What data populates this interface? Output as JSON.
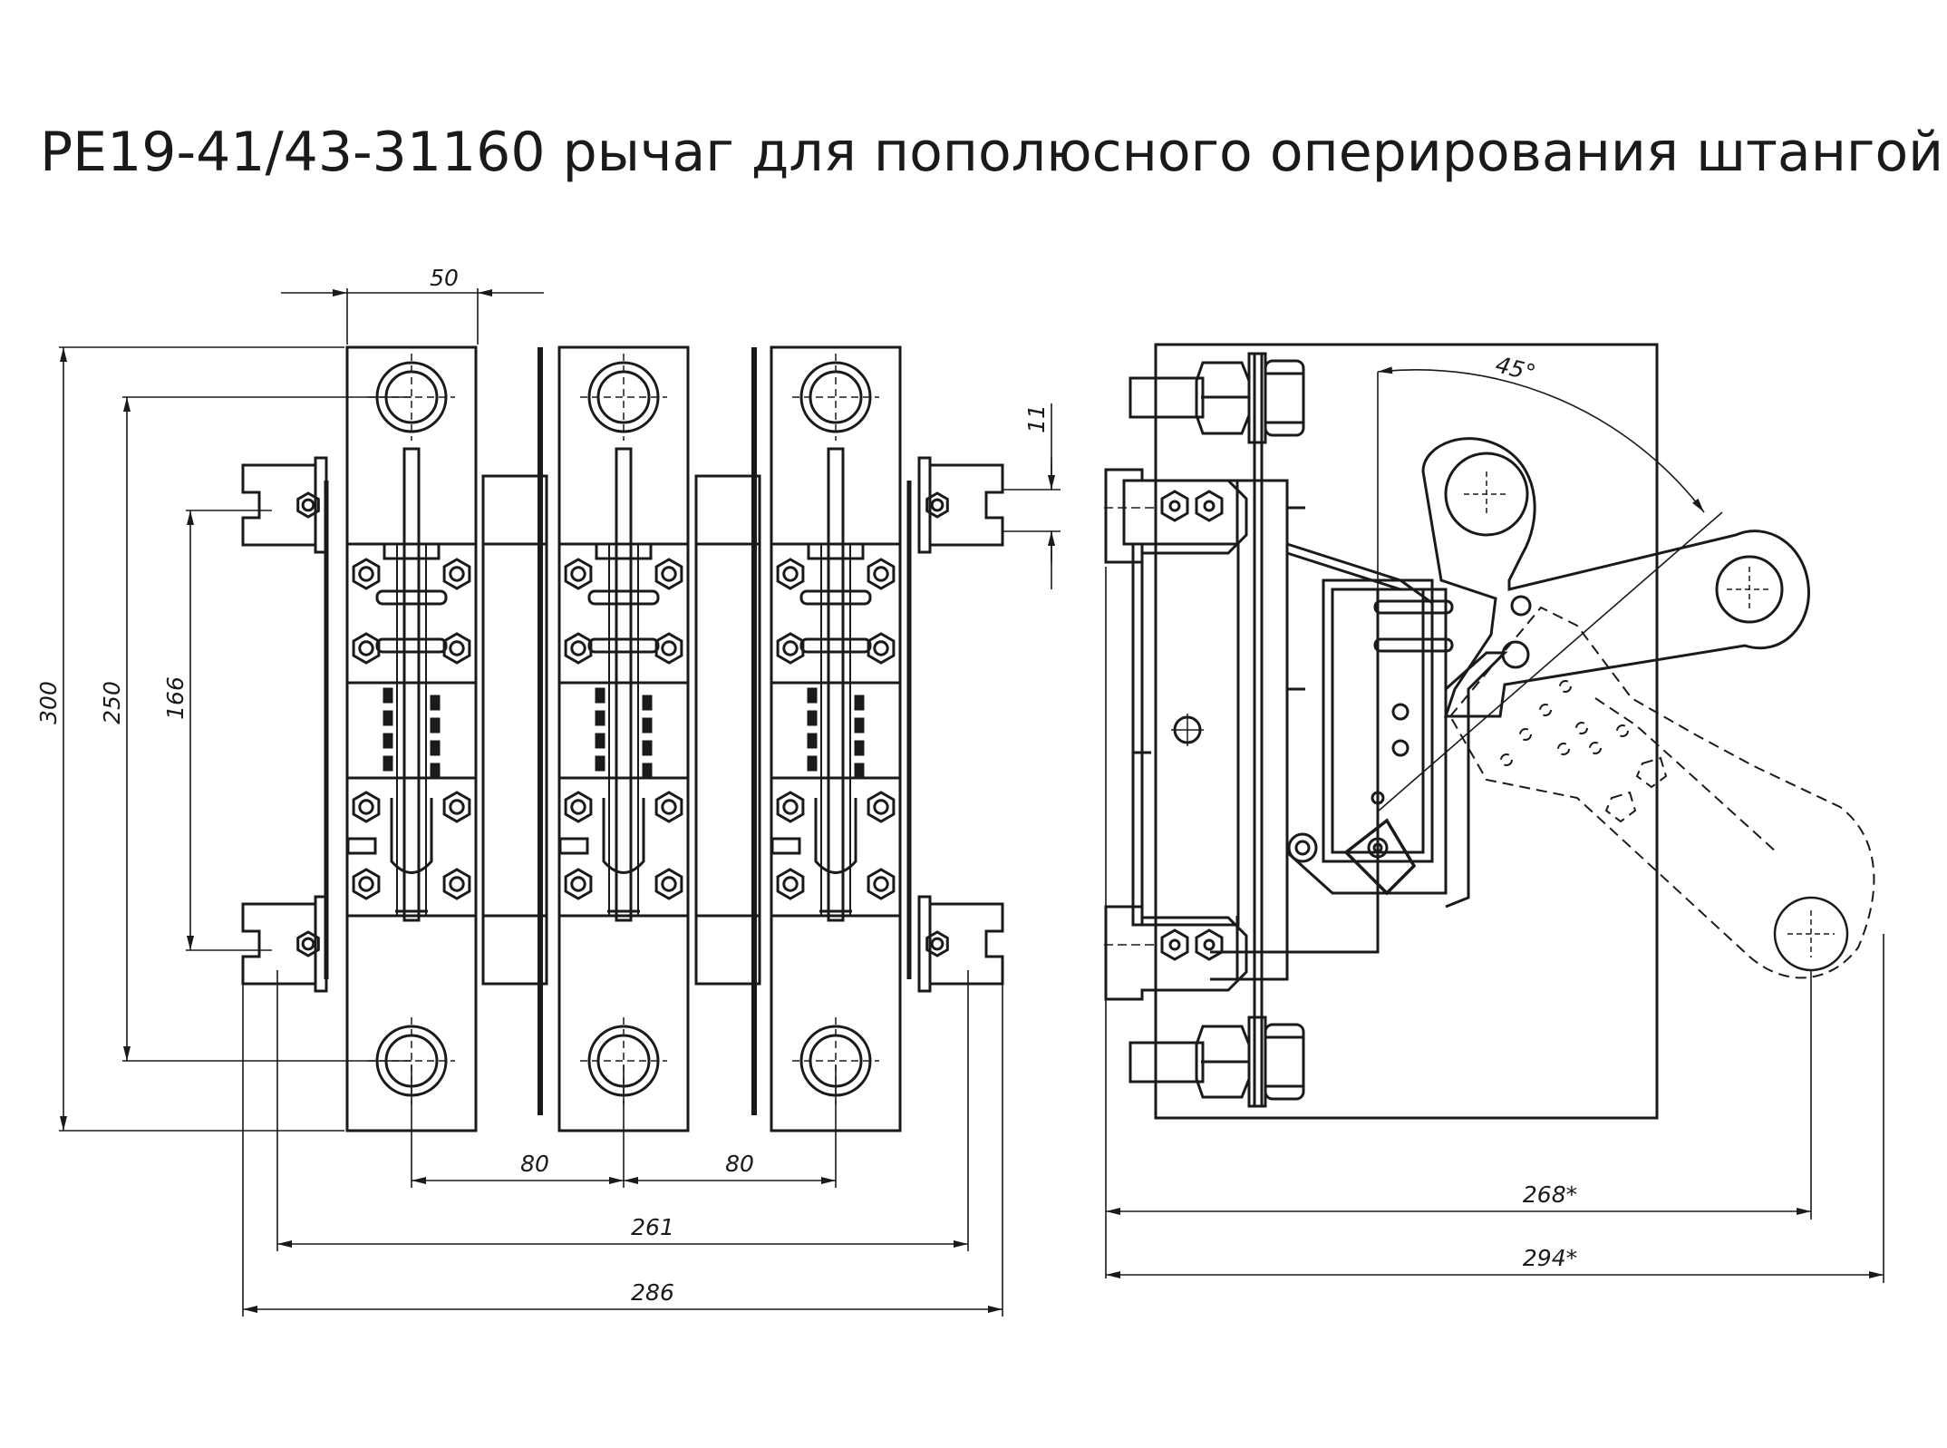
{
  "title": "РЕ19-41/43-31160 рычаг для пополюсного оперирования штангой",
  "front_view": {
    "dimensions": {
      "pole_width": "50",
      "contact_spacing": "11",
      "overall_height": "300",
      "terminal_height": "250",
      "mounting_height": "166",
      "pole_pitch_left": "80",
      "pole_pitch_right": "80",
      "mounting_width": "261",
      "overall_width": "286"
    }
  },
  "side_view": {
    "dimensions": {
      "lever_angle": "45°",
      "lever_reach": "268*",
      "overall_depth": "294*"
    }
  }
}
